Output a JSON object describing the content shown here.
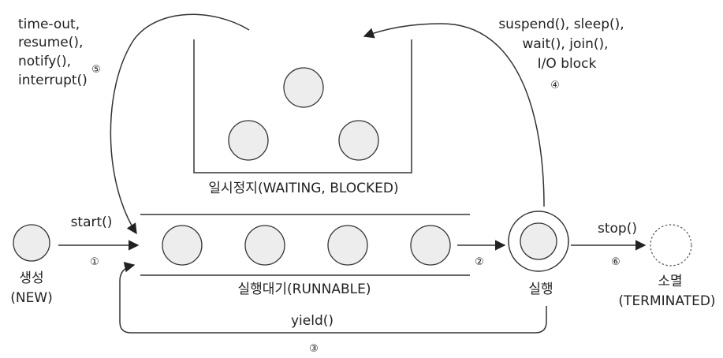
{
  "states": {
    "new": {
      "line1": "생성",
      "line2": "(NEW)"
    },
    "runnable": "실행대기(RUNNABLE)",
    "running": "실행",
    "waiting": "일시정지(WAITING, BLOCKED)",
    "terminated": {
      "line1": "소멸",
      "line2": "(TERMINATED)"
    }
  },
  "transitions": {
    "t1": {
      "label": "start()",
      "num": "①"
    },
    "t2": {
      "num": "②"
    },
    "t3": {
      "label": "yield()",
      "num": "③"
    },
    "t4": {
      "lines": [
        "suspend(), sleep(),",
        "wait(), join(),",
        "I/O block"
      ],
      "num": "④"
    },
    "t5": {
      "lines": [
        "time-out,",
        "resume(),",
        "notify(),",
        "interrupt()"
      ],
      "num": "⑤"
    },
    "t6": {
      "label": "stop()",
      "num": "⑥"
    }
  }
}
